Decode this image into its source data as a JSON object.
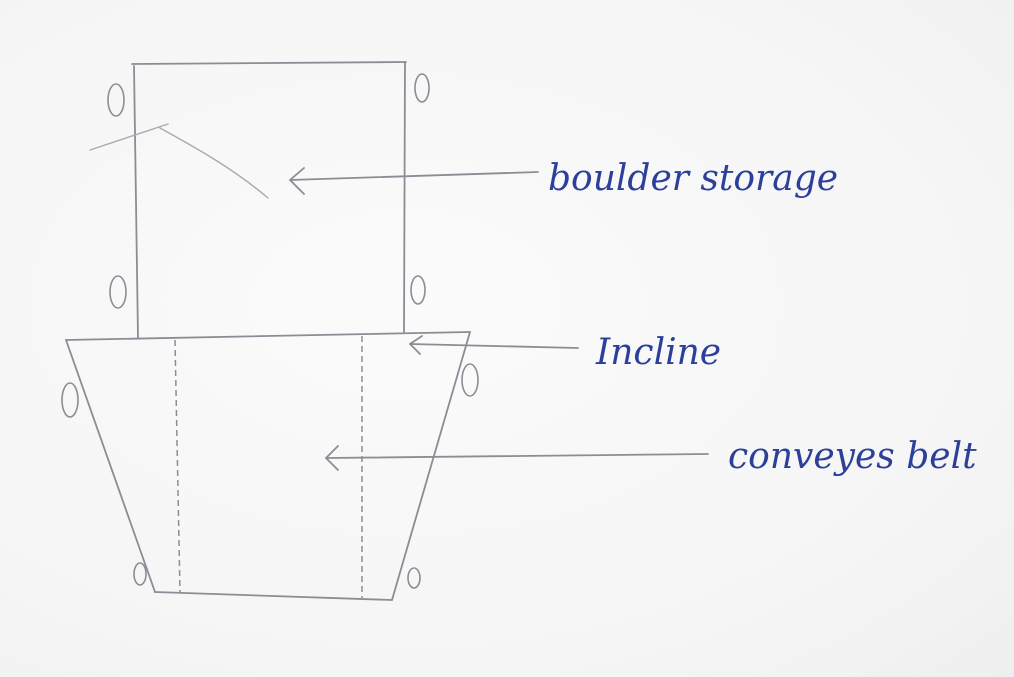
{
  "diagram": {
    "labels": {
      "boulder_storage": "boulder storage",
      "incline": "Incline",
      "conveyer_belt": "conveyes belt"
    },
    "colors": {
      "ink": "#2c3f9a",
      "pencil": "#8c8c96",
      "paper": "#f7f7f7"
    }
  }
}
